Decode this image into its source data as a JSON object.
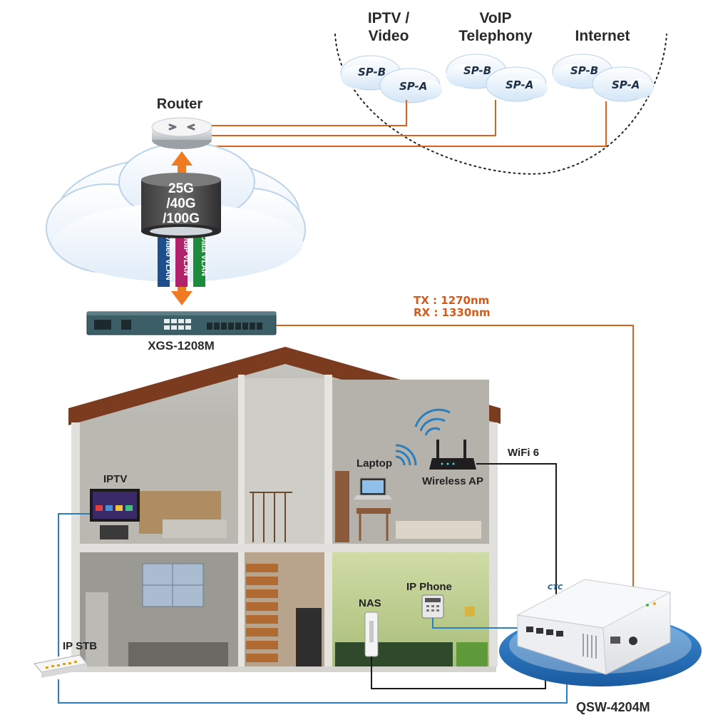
{
  "services": [
    {
      "title_line1": "IPTV /",
      "title_line2": "Video",
      "sp_b": "SP-B",
      "sp_a": "SP-A"
    },
    {
      "title_line1": "VoIP",
      "title_line2": "Telephony",
      "sp_b": "SP-B",
      "sp_a": "SP-A"
    },
    {
      "title_line1": "",
      "title_line2": "Internet",
      "sp_b": "SP-B",
      "sp_a": "SP-A"
    }
  ],
  "router": {
    "label": "Router"
  },
  "uplink": {
    "speed_line1": "25G",
    "speed_line2": "/40G",
    "speed_line3": "/100G"
  },
  "vlans": [
    {
      "label": "Video VLAN",
      "color": "#1f4e8c"
    },
    {
      "label": "VoIP VLAN",
      "color": "#b0226a"
    },
    {
      "label": "Data VLAN",
      "color": "#1e8a3c"
    }
  ],
  "olt": {
    "label": "XGS-1208M"
  },
  "fiber": {
    "tx": "TX : 1270nm",
    "rx": "RX : 1330nm",
    "color": "#d9621c"
  },
  "ont": {
    "label": "QSW-4204M",
    "brand": "CTC"
  },
  "devices": {
    "iptv": "IPTV",
    "laptop": "Laptop",
    "wireless_ap": "Wireless AP",
    "wifi": "WiFi 6",
    "ip_phone": "IP Phone",
    "nas": "NAS",
    "ip_stb": "IP STB"
  },
  "colors": {
    "blue_cable": "#2a7fbf",
    "black_cable": "#1a1a1a",
    "roof": "#7a3b1e",
    "accent": "#f07a22"
  }
}
